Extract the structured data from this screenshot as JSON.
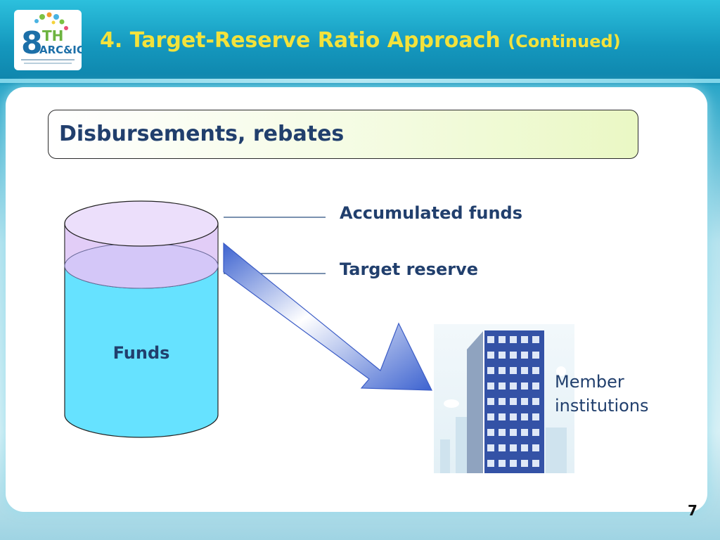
{
  "slide": {
    "title_main": "4. Target-Reserve Ratio Approach",
    "title_sub": "(Continued)",
    "subtitle": "Disbursements, rebates",
    "page_number": "7"
  },
  "logo": {
    "number": "8",
    "text_top": "TH",
    "text_bottom": "ARC&IC"
  },
  "diagram": {
    "cylinder_label": "Funds",
    "level_top_label": "Accumulated funds",
    "level_bottom_label": "Target reserve",
    "destination_label_line1": "Member",
    "destination_label_line2": "institutions"
  },
  "colors": {
    "title": "#f3e23b",
    "text": "#213f6d",
    "cylinder_water": "#66e2ff",
    "cylinder_reserve": "#e2cdf7",
    "arrow": "#4a6fd6"
  }
}
